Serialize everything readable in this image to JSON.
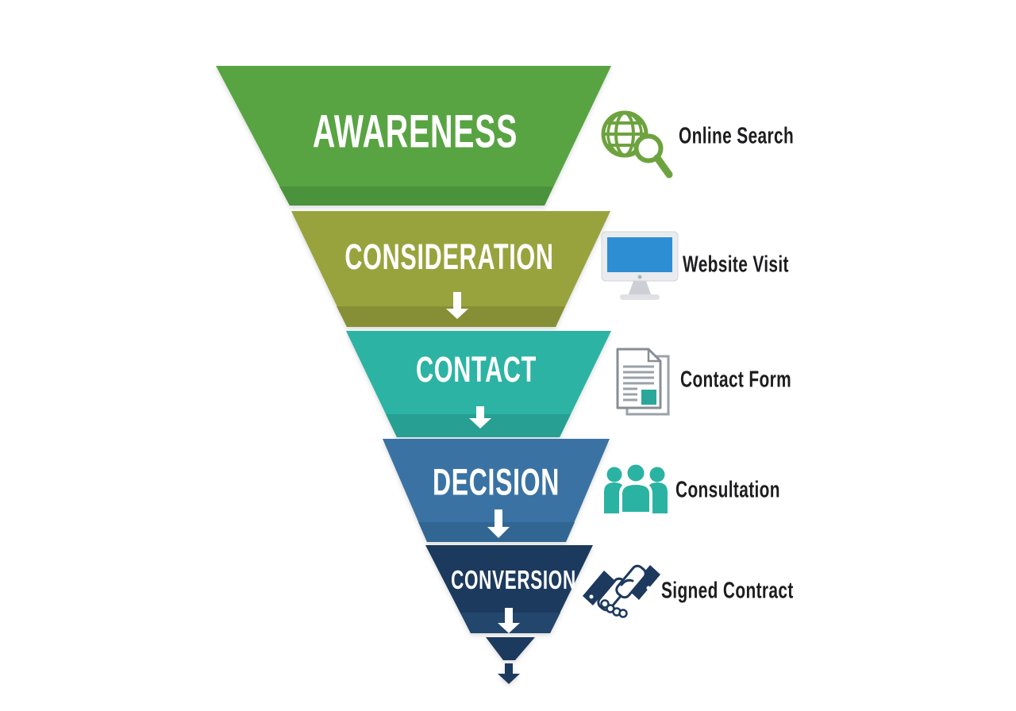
{
  "diagram": {
    "type": "marketing-funnel",
    "background": "#ffffff",
    "label_color": "#ffffff",
    "side_label_color": "#1d1d1f",
    "arrow_color": "#ffffff",
    "stages": [
      {
        "label": "AWARENESS",
        "fill": "#58a442",
        "band": "#4b923c",
        "side_label": "Online Search",
        "icon": "globe-search-icon",
        "icon_color": "#6da33e"
      },
      {
        "label": "CONSIDERATION",
        "fill": "#99a33e",
        "band": "#878f36",
        "side_label": "Website Visit",
        "icon": "monitor-icon",
        "icon_color": "#2e8ed4"
      },
      {
        "label": "CONTACT",
        "fill": "#2cb3a4",
        "band": "#27a093",
        "side_label": "Contact Form",
        "icon": "document-icon",
        "icon_color": "#2aa79a"
      },
      {
        "label": "DECISION",
        "fill": "#3a73a3",
        "band": "#326692",
        "side_label": "Consultation",
        "icon": "people-icon",
        "icon_color": "#2ab3a3"
      },
      {
        "label": "CONVERSION",
        "fill": "#1c3a5e",
        "band": "#23466c",
        "side_label": "Signed Contract",
        "icon": "handshake-icon",
        "icon_color": "#1d3a5e"
      }
    ],
    "tip": {
      "fill": "#1c3a5e"
    }
  }
}
